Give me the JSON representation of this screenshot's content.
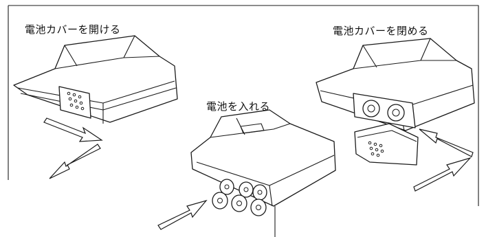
{
  "steps": [
    {
      "label": "電池カバーを開ける"
    },
    {
      "label": "電池を入れる"
    },
    {
      "label": "電池カバーを閉める"
    }
  ],
  "colors": {
    "line": "#1a1a1a",
    "paper": "#ffffff"
  },
  "icons": [
    "arrow-icon",
    "battery-icon",
    "device-icon"
  ]
}
